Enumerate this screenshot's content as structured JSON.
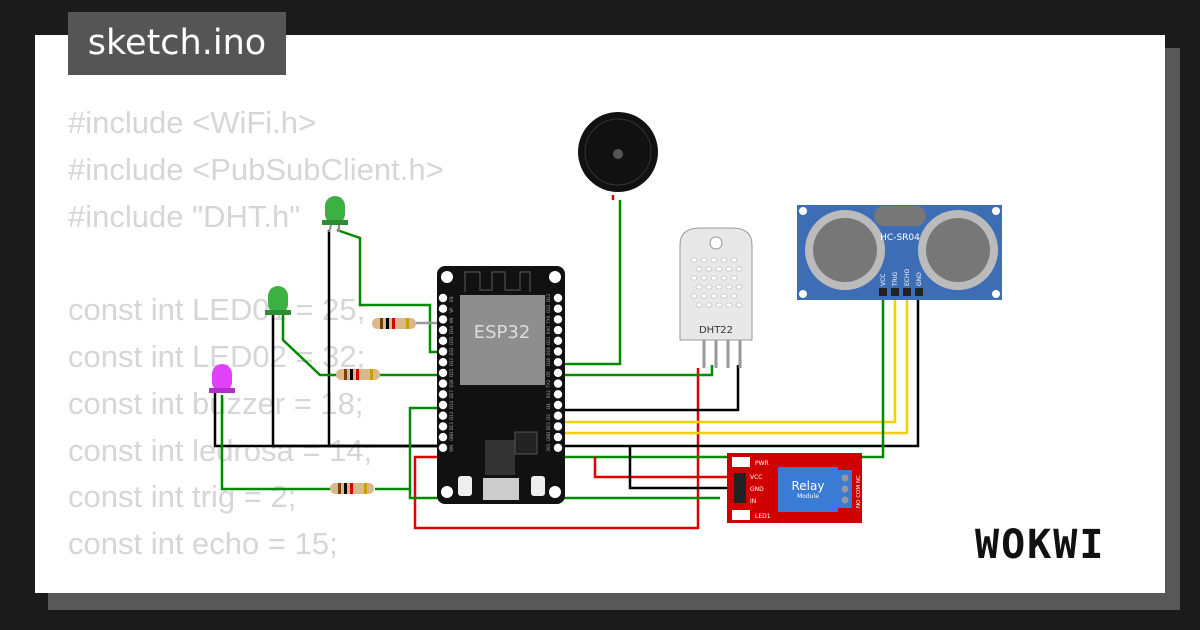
{
  "title": "sketch.ino",
  "code_lines": [
    "#include <WiFi.h>",
    "#include <PubSubClient.h>",
    "#include \"DHT.h\"",
    "",
    "const int LED01 = 25;",
    "const int LED02 = 32;",
    "const int buzzer = 18;",
    "const int ledrosa = 14;",
    "const int trig = 2;",
    "const int echo = 15;"
  ],
  "esp32": {
    "label": "ESP32",
    "left_pins": [
      "EN",
      "VP",
      "VN",
      "D34",
      "D35",
      "D32",
      "D33",
      "D25",
      "D26",
      "D27",
      "D14",
      "D12",
      "D13",
      "GND",
      "VIN"
    ],
    "right_pins": [
      "D23",
      "D22",
      "TX0",
      "RX0",
      "D21",
      "D19",
      "D18",
      "D5",
      "TX2",
      "RX2",
      "D4",
      "D2",
      "D15",
      "GND",
      "3V3"
    ]
  },
  "dht": {
    "label": "DHT22"
  },
  "ultrasonic": {
    "label": "HC-SR04",
    "pins": [
      "VCC",
      "TRIG",
      "ECHO",
      "GND"
    ]
  },
  "relay": {
    "label": "Relay",
    "sublabel": "Module",
    "pins": [
      "VCC",
      "GND",
      "IN"
    ],
    "pwr": "PWR",
    "led": "LED1",
    "contacts": "NO COM NC"
  },
  "logo": "WOKWI",
  "colors": {
    "led_green": "#3cb043",
    "led_pink": "#e040fb",
    "relay": "#d10000",
    "sonar": "#3d6db5",
    "wire_green": "#008a00",
    "wire_red": "#e00000",
    "wire_yellow": "#f5d000"
  }
}
